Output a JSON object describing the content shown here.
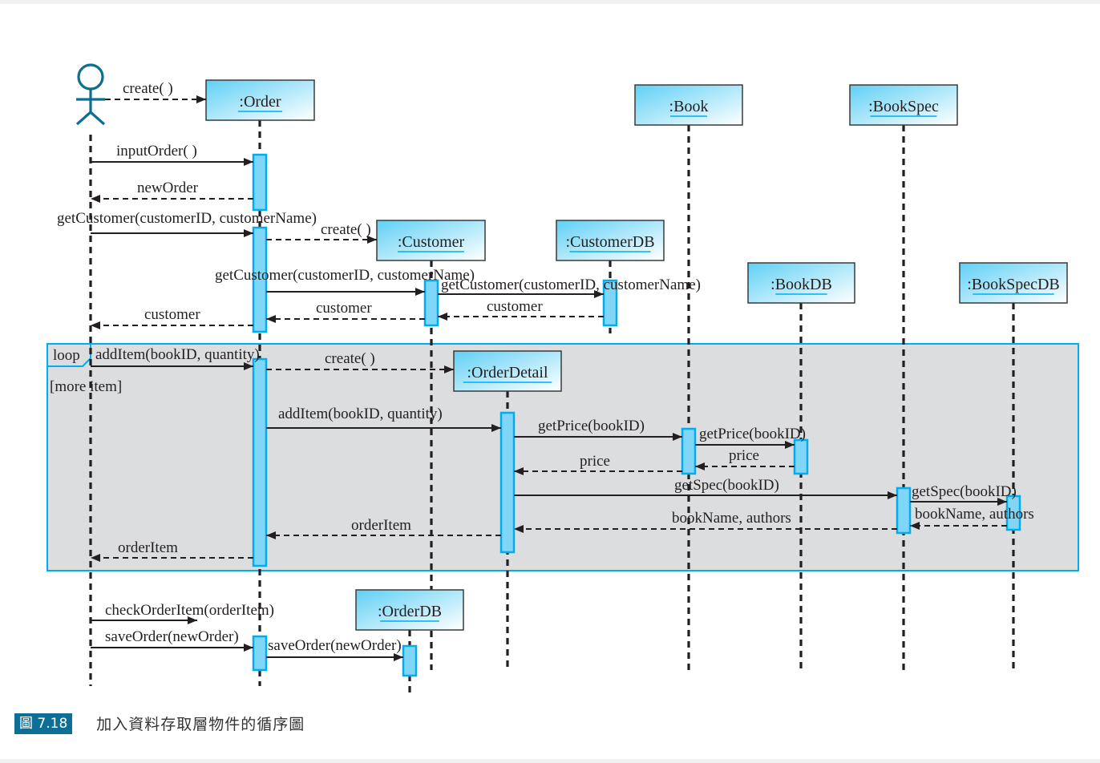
{
  "colors": {
    "lifeline": "#231f20",
    "activation_fill": "#7fd6f7",
    "activation_stroke": "#00aeef",
    "object_fill_from": "#5fd0f5",
    "object_fill_to": "#ffffff",
    "object_stroke": "#3a3a3a",
    "underline": "#00aeef",
    "frame_fill": "#dcdddf",
    "frame_stroke": "#00aeef",
    "actor": "#0d6f8f",
    "caption_badge": "#0d6f96"
  },
  "actor": {
    "name": "actor",
    "icon": "stick-figure-icon"
  },
  "objects": [
    {
      "id": "order",
      "label": ":Order"
    },
    {
      "id": "customer",
      "label": ":Customer"
    },
    {
      "id": "customerdb",
      "label": ":CustomerDB"
    },
    {
      "id": "orderdetail",
      "label": ":OrderDetail"
    },
    {
      "id": "book",
      "label": ":Book"
    },
    {
      "id": "bookdb",
      "label": ":BookDB"
    },
    {
      "id": "bookspec",
      "label": ":BookSpec"
    },
    {
      "id": "bookspecdb",
      "label": ":BookSpecDB"
    },
    {
      "id": "orderdb",
      "label": ":OrderDB"
    }
  ],
  "loop_frame": {
    "operator": "loop",
    "guard": "[more item]"
  },
  "messages": [
    {
      "from": "actor",
      "to": "order",
      "label": "create( )",
      "kind": "create"
    },
    {
      "from": "actor",
      "to": "order",
      "label": "inputOrder( )",
      "kind": "call"
    },
    {
      "from": "order",
      "to": "actor",
      "label": "newOrder",
      "kind": "return"
    },
    {
      "from": "actor",
      "to": "order",
      "label": "getCustomer(customerID, customerName)",
      "kind": "call"
    },
    {
      "from": "order",
      "to": "customer",
      "label": "create( )",
      "kind": "create"
    },
    {
      "from": "order",
      "to": "customer",
      "label": "getCustomer(customerID, customerName)",
      "kind": "call"
    },
    {
      "from": "customer",
      "to": "customerdb",
      "label": "getCustomer(customerID, customerName)",
      "kind": "call"
    },
    {
      "from": "customerdb",
      "to": "customer",
      "label": "customer",
      "kind": "return"
    },
    {
      "from": "customer",
      "to": "order",
      "label": "customer",
      "kind": "return"
    },
    {
      "from": "order",
      "to": "actor",
      "label": "customer",
      "kind": "return"
    },
    {
      "from": "actor",
      "to": "order",
      "label": "addItem(bookID, quantity)",
      "kind": "call"
    },
    {
      "from": "order",
      "to": "orderdetail",
      "label": "create( )",
      "kind": "create"
    },
    {
      "from": "order",
      "to": "orderdetail",
      "label": "addItem(bookID, quantity)",
      "kind": "call"
    },
    {
      "from": "orderdetail",
      "to": "book",
      "label": "getPrice(bookID)",
      "kind": "call"
    },
    {
      "from": "book",
      "to": "bookdb",
      "label": "getPrice(bookID)",
      "kind": "call"
    },
    {
      "from": "bookdb",
      "to": "book",
      "label": "price",
      "kind": "return"
    },
    {
      "from": "book",
      "to": "orderdetail",
      "label": "price",
      "kind": "return"
    },
    {
      "from": "orderdetail",
      "to": "bookspec",
      "label": "getSpec(bookID)",
      "kind": "call"
    },
    {
      "from": "bookspec",
      "to": "bookspecdb",
      "label": "getSpec(bookID)",
      "kind": "call"
    },
    {
      "from": "bookspecdb",
      "to": "bookspec",
      "label": "bookName, authors",
      "kind": "return"
    },
    {
      "from": "bookspec",
      "to": "orderdetail",
      "label": "bookName, authors",
      "kind": "return"
    },
    {
      "from": "orderdetail",
      "to": "order",
      "label": "orderItem",
      "kind": "return"
    },
    {
      "from": "order",
      "to": "actor",
      "label": "orderItem",
      "kind": "return"
    },
    {
      "from": "actor",
      "to": "actor",
      "label": "checkOrderItem(orderItem)",
      "kind": "call"
    },
    {
      "from": "actor",
      "to": "order",
      "label": "saveOrder(newOrder)",
      "kind": "call"
    },
    {
      "from": "order",
      "to": "orderdb",
      "label": "saveOrder(newOrder)",
      "kind": "call"
    }
  ],
  "caption": {
    "figure_number": "圖 7.18",
    "title": "加入資料存取層物件的循序圖"
  }
}
